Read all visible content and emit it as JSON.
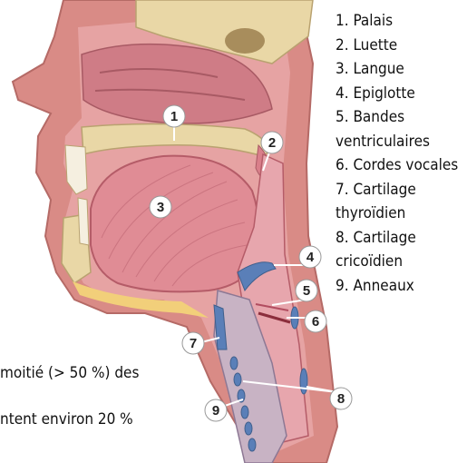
{
  "diagram": {
    "markers": [
      "1",
      "2",
      "3",
      "4",
      "5",
      "6",
      "7",
      "8",
      "9"
    ],
    "legend": [
      "1. Palais",
      "2. Luette",
      "3. Langue",
      "4. Epiglotte",
      "5. Bandes ventriculaires",
      "6. Cordes vocales",
      "7. Cartilage thyroïdien",
      "8. Cartilage cricoïdien",
      "9. Anneaux"
    ],
    "caption_lines": [
      "moitié (> 50 %) des",
      "ntent environ 20 %"
    ]
  },
  "colors": {
    "skin": "#d98b86",
    "tissue": "#e6a3a3",
    "tongue": "#e08c95",
    "bone": "#e9d7a6",
    "cartilage": "#5a7fb8",
    "fat": "#f2cf7a"
  }
}
